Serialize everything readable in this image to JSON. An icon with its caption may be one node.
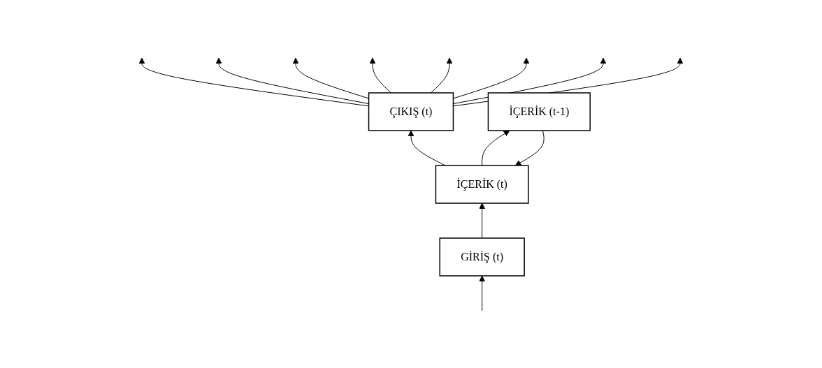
{
  "diagram": {
    "nodes": [
      {
        "text": [
          "ÇIKIŞ (t)"
        ]
      },
      {
        "text": [
          "İÇERİK (t)"
        ]
      },
      {
        "text": [
          "GİRİŞ (t)"
        ]
      },
      {
        "text": [
          "İÇERİK (t-1)"
        ]
      }
    ],
    "edges": [
      {
        "from": 0,
        "to": null,
        "arrow": "to"
      },
      {
        "from": 0,
        "to": null,
        "arrow": "to"
      },
      {
        "from": 0,
        "to": null,
        "arrow": "to"
      },
      {
        "from": 0,
        "to": null,
        "arrow": "to"
      },
      {
        "from": 0,
        "to": null,
        "arrow": "to"
      },
      {
        "from": 0,
        "to": null,
        "arrow": "to"
      },
      {
        "from": 0,
        "to": null,
        "arrow": "to"
      },
      {
        "from": 0,
        "to": null,
        "arrow": "to"
      },
      {
        "from": null,
        "to": 2,
        "arrow": "to"
      },
      {
        "from": 2,
        "to": 1,
        "arrow": "to"
      },
      {
        "from": 1,
        "to": 0,
        "arrow": "to"
      },
      {
        "from": 1,
        "to": 3,
        "arrow": "to"
      },
      {
        "from": 3,
        "to": 1,
        "arrow": "to"
      }
    ]
  }
}
